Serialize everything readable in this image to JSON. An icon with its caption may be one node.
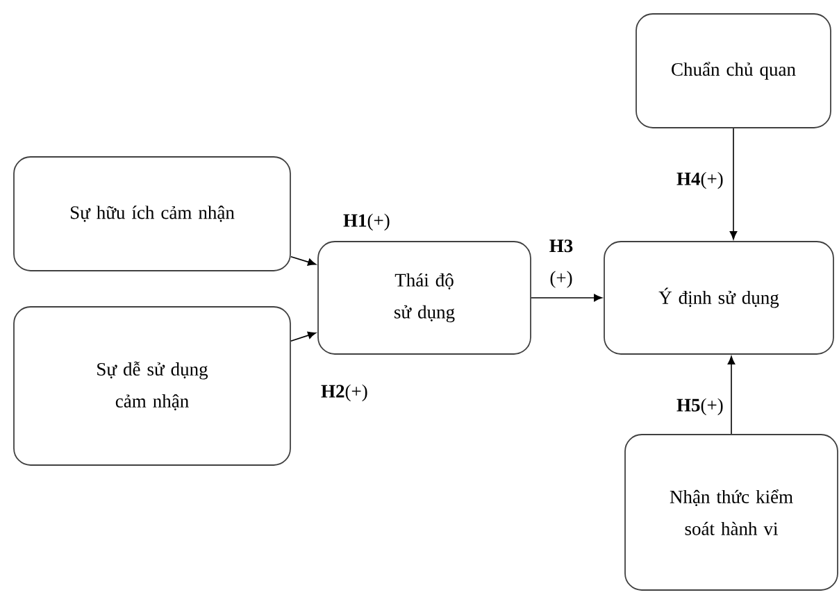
{
  "diagram": {
    "nodes": [
      {
        "text": [
          "Sự hữu ích cảm nhận"
        ]
      },
      {
        "text": [
          "Sự dễ sử dụng cảm nhận"
        ]
      },
      {
        "text": [
          "Thái độ sử dụng"
        ]
      },
      {
        "text": [
          "Ý định sử dụng"
        ]
      },
      {
        "text": [
          "Chuẩn chủ quan"
        ]
      },
      {
        "text": [
          "Nhận thức kiểm soát hành vi"
        ]
      }
    ],
    "edges": [
      {
        "from": 0,
        "to": 2,
        "arrow": "to",
        "label": "**H1**(+)"
      },
      {
        "from": 1,
        "to": 2,
        "arrow": "to",
        "label": "**H2**(+)"
      },
      {
        "from": 2,
        "to": 3,
        "arrow": "to",
        "label": "**H3** (+)"
      },
      {
        "from": 4,
        "to": 3,
        "arrow": "to",
        "label": "**H4**(+)"
      },
      {
        "from": 5,
        "to": 3,
        "arrow": "to",
        "label": "**H5**(+)"
      }
    ]
  }
}
